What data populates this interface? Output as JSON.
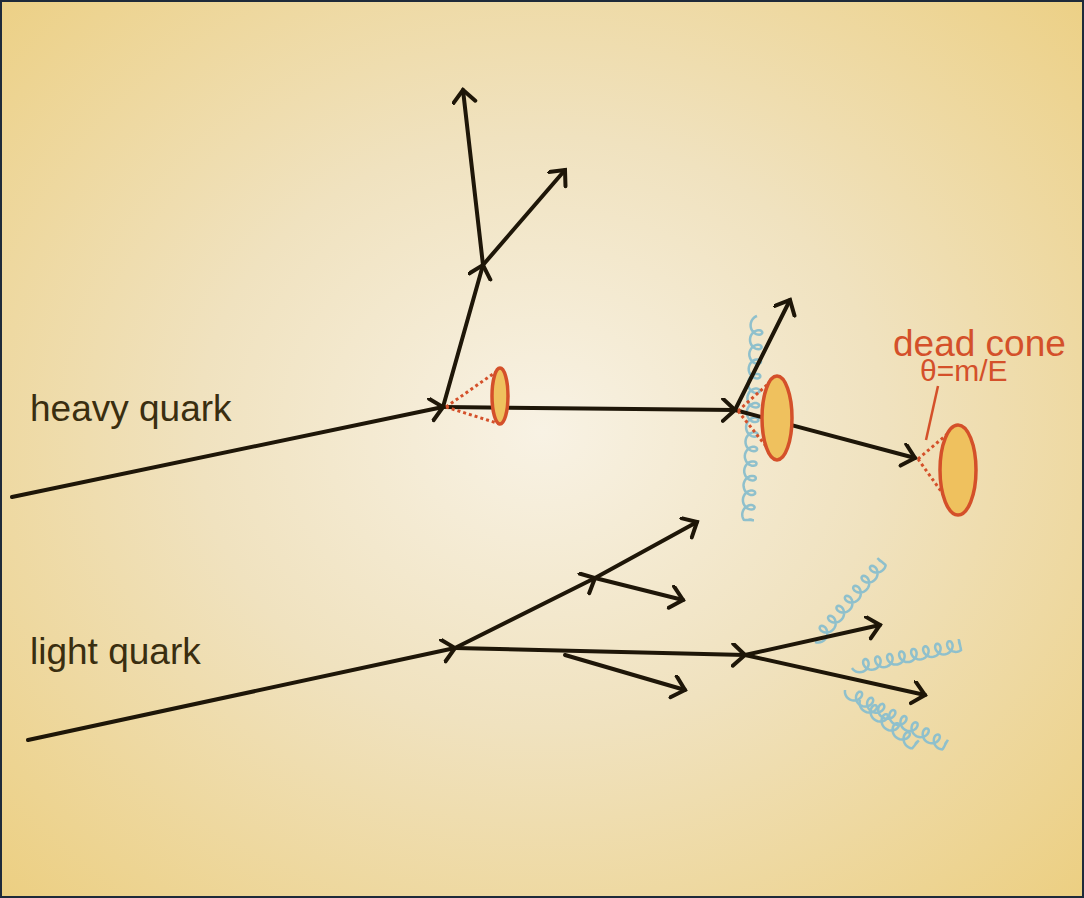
{
  "diagram": {
    "labels": [
      "heavy quark",
      "light quark",
      "dead cone",
      "θ=m/E"
    ]
  }
}
